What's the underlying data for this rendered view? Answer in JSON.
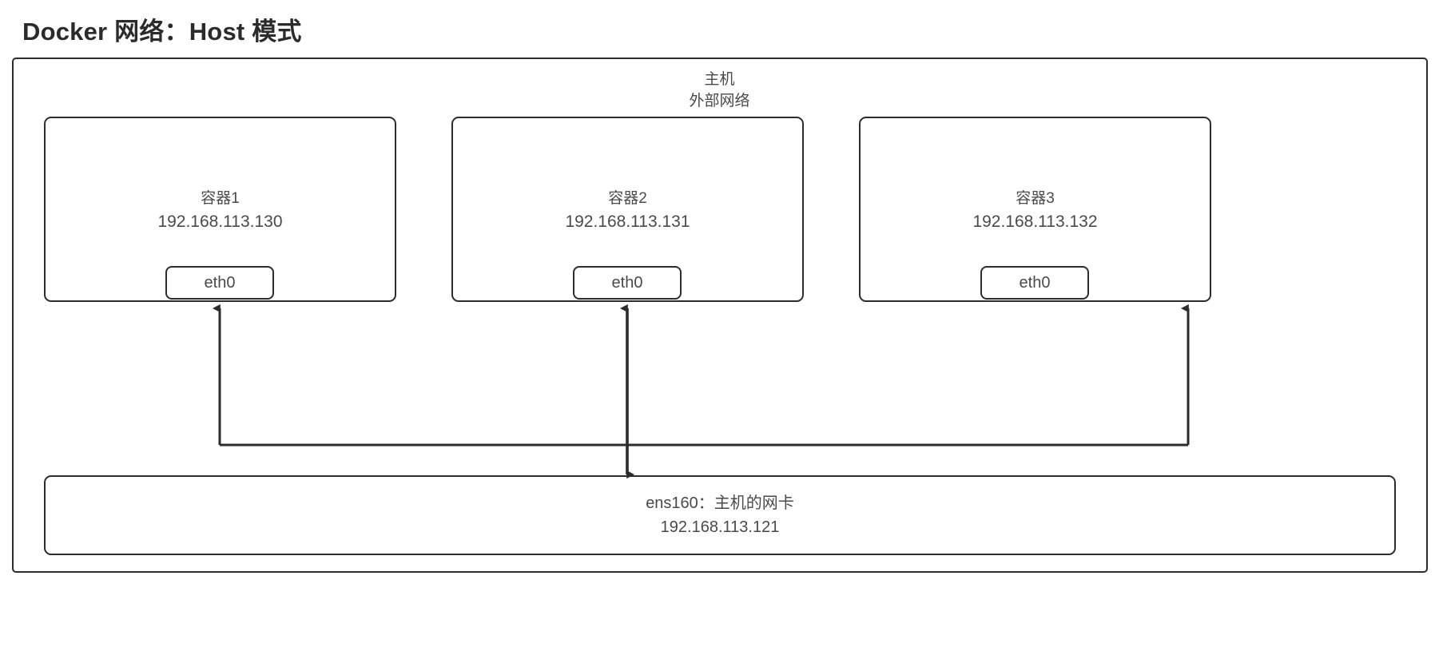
{
  "title": "Docker 网络：Host 模式",
  "host": {
    "caption_line1": "主机",
    "caption_line2": "外部网络"
  },
  "containers": [
    {
      "name": "容器1",
      "ip": "192.168.113.130",
      "nic": "eth0"
    },
    {
      "name": "容器2",
      "ip": "192.168.113.131",
      "nic": "eth0"
    },
    {
      "name": "容器3",
      "ip": "192.168.113.132",
      "nic": "eth0"
    }
  ],
  "host_nic": {
    "label": "ens160：主机的网卡",
    "ip": "192.168.113.121"
  },
  "colors": {
    "stroke": "#2c2c2c",
    "text": "#4a4a4a",
    "title": "#2b2b2b",
    "background": "#ffffff"
  },
  "connectors": [
    {
      "name": "container1-to-host-nic",
      "arrow": "up"
    },
    {
      "name": "container2-to-host-nic",
      "arrow": "both"
    },
    {
      "name": "container3-to-host-nic",
      "arrow": "up"
    }
  ]
}
